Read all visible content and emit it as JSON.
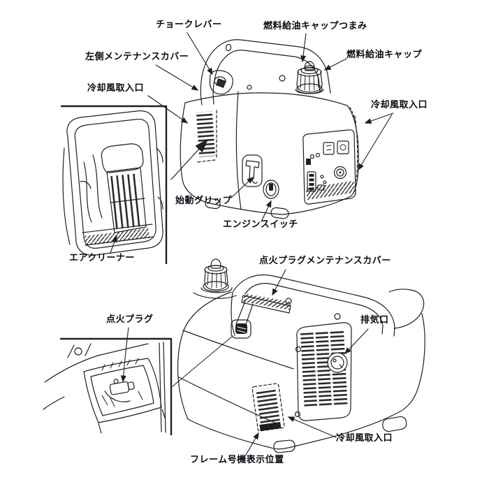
{
  "figure": {
    "kind": "parts-identification-diagram",
    "subject": "portable inverter generator (owner's manual line art, two views with left-side detail insets)"
  },
  "top_diagram": {
    "labels": {
      "choke_lever": "チョークレバー",
      "fuel_filler_cap_knob": "燃料給油キャップつまみ",
      "fuel_filler_cap": "燃料給油キャップ",
      "left_maintenance_cover": "左側メンテナンスカバー",
      "cooling_air_intake_left": "冷却風取入口",
      "cooling_air_intake_right": "冷却風取入口",
      "starter_grip": "始動グリップ",
      "engine_switch": "エンジンスイッチ",
      "air_cleaner": "エアクリーナー"
    }
  },
  "bottom_diagram": {
    "labels": {
      "spark_plug_maintenance_cover": "点火プラグメンテナンスカバー",
      "spark_plug": "点火プラグ",
      "exhaust_outlet": "排気口",
      "cooling_air_intake": "冷却風取入口",
      "frame_serial_number_location": "フレーム号機表示位置"
    }
  },
  "colors": {
    "line": "#1f1f1f",
    "text": "#0a0a14",
    "background": "#ffffff"
  }
}
